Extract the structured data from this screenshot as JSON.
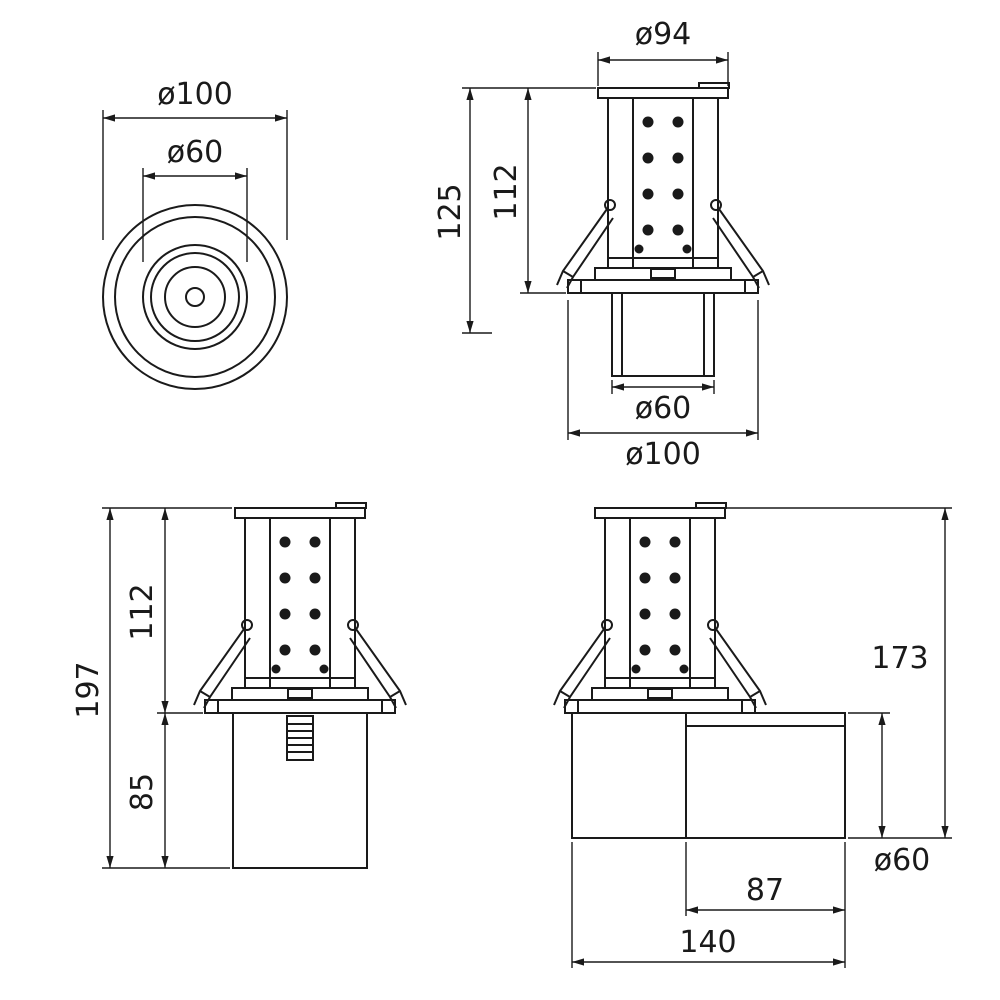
{
  "colors": {
    "line": "#1a1a1a",
    "background": "#ffffff"
  },
  "views": {
    "front": {
      "dim_outer": "ø100",
      "dim_inner": "ø60"
    },
    "section": {
      "dim_top": "ø94",
      "dim_total_height": "125",
      "dim_recessed_height": "112",
      "dim_cutout": "ø60",
      "dim_trim": "ø100"
    },
    "side_driver": {
      "dim_total_height": "197",
      "dim_recessed_height": "112",
      "dim_below_height": "85"
    },
    "side_box": {
      "dim_height": "173",
      "dim_diameter": "ø60",
      "dim_box_width": "87",
      "dim_total_width": "140"
    }
  }
}
